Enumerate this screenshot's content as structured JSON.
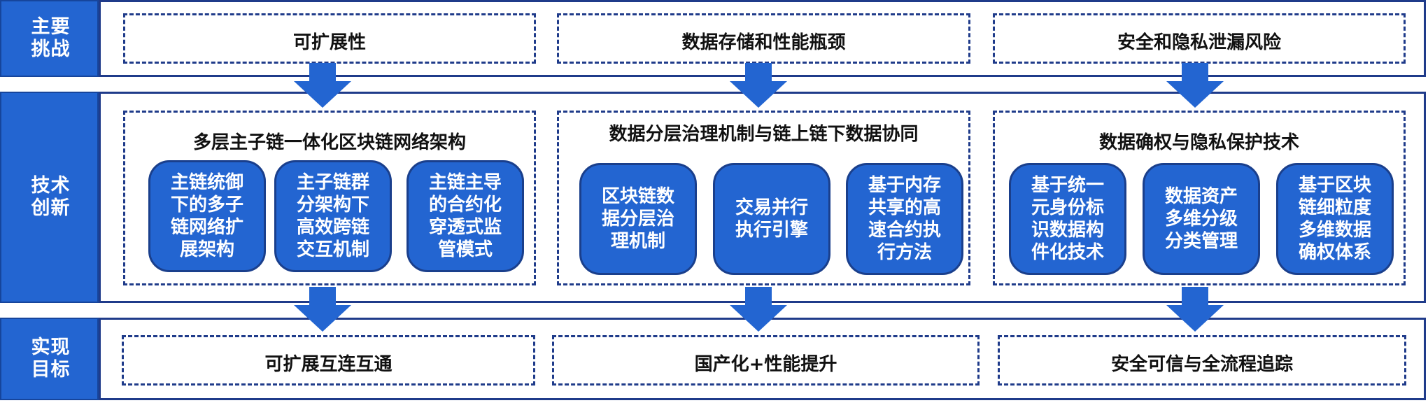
{
  "rows": {
    "challenges": {
      "label_lines": [
        "主要",
        "挑战"
      ],
      "items": [
        "可扩展性",
        "数据存储和性能瓶颈",
        "安全和隐私泄漏风险"
      ]
    },
    "innovation": {
      "label_lines": [
        "技术",
        "创新"
      ],
      "groups": [
        {
          "title": "多层主子链一体化区块链网络架构",
          "items": [
            "主链统御下的多子链网络扩展架构",
            "主子链群分架构下高效跨链交互机制",
            "主链主导的合约化穿透式监管模式"
          ]
        },
        {
          "title": "数据分层治理机制与链上链下数据协同",
          "items": [
            "区块链数据分层治理机制",
            "交易并行执行引擎",
            "基于内存共享的高速合约执行方法"
          ]
        },
        {
          "title": "数据确权与隐私保护技术",
          "items": [
            "基于统一元身份标识数据构件化技术",
            "数据资产多维分级分类管理",
            "基于区块链细粒度多维数据确权体系"
          ]
        }
      ]
    },
    "goals": {
      "label_lines": [
        "实现",
        "目标"
      ],
      "items": [
        "可扩展互连互通",
        "国产化+性能提升",
        "安全可信与全流程追踪"
      ]
    }
  },
  "colors": {
    "accent": "#2365d1",
    "border": "#1f3b8a"
  }
}
